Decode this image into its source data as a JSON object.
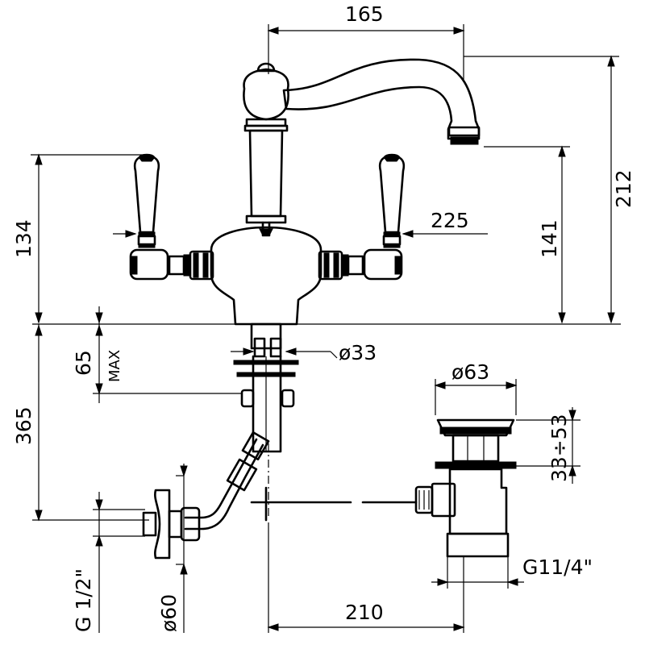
{
  "dimensions": {
    "spout_reach": "165",
    "overall_height": "212",
    "handle_height": "134",
    "spout_height": "141",
    "handle_span": "225",
    "deck_thickness_max": "65",
    "max_label": "MAX",
    "body_diameter": "ø33",
    "under_deck_depth": "365",
    "waste_diameter": "ø63",
    "waste_stroke": "33÷53",
    "inlet_thread": "G 1/2\"",
    "flange_diameter": "ø60",
    "waste_reach": "210",
    "waste_thread": "G11/4\""
  },
  "colors": {
    "line": "#000000",
    "background": "#ffffff"
  }
}
